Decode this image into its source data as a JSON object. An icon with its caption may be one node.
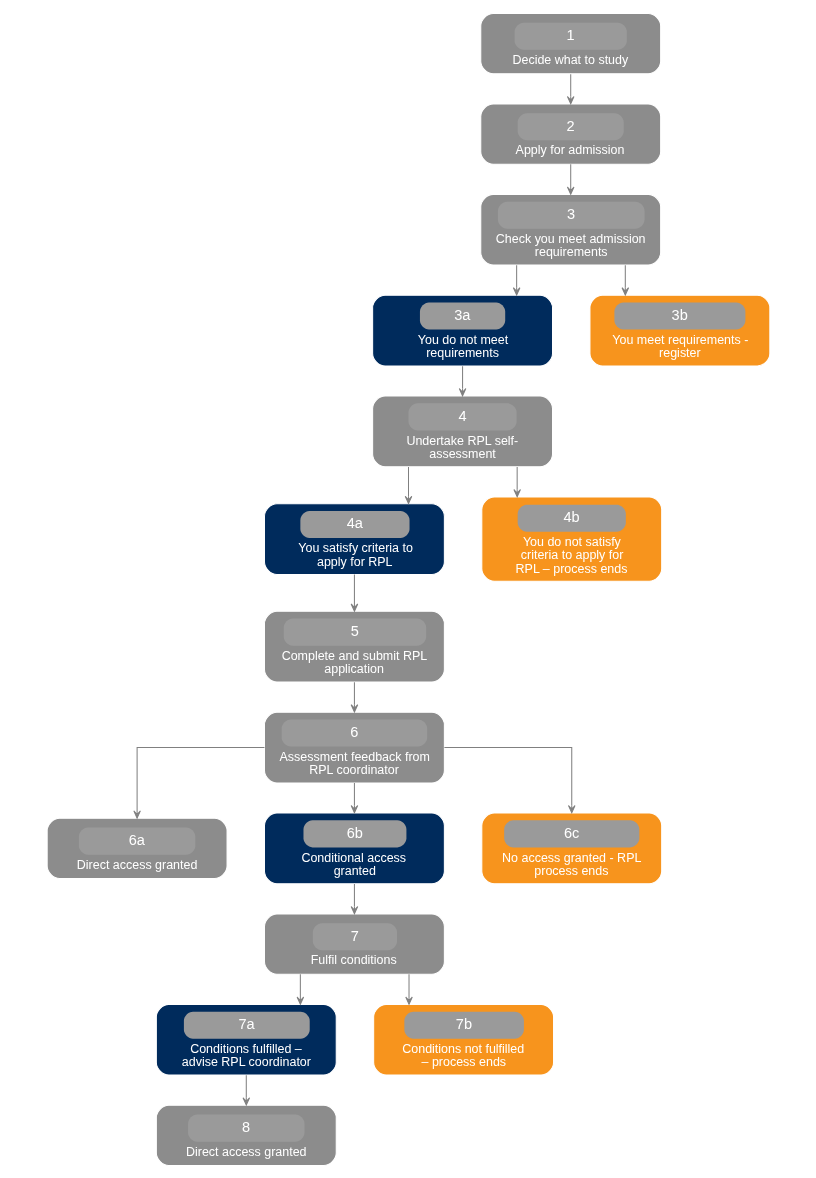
{
  "diagram": {
    "nodes": [
      {
        "text": [
          "1",
          "Decide what to study"
        ]
      },
      {
        "text": [
          "2",
          "Apply for admission"
        ]
      },
      {
        "text": [
          "3",
          "Check you meet admission requirements"
        ]
      },
      {
        "text": [
          "3a",
          "You do not meet requirements"
        ]
      },
      {
        "text": [
          "3b",
          "You meet requirements - register"
        ]
      },
      {
        "text": [
          "4",
          "Undertake RPL self-assessment"
        ]
      },
      {
        "text": [
          "4a",
          "You satisfy criteria to apply for RPL"
        ]
      },
      {
        "text": [
          "4b",
          "You do not satisfy criteria to apply for RPL – process ends"
        ]
      },
      {
        "text": [
          "5",
          "Complete and submit RPL application"
        ]
      },
      {
        "text": [
          "6",
          "Assessment feedback from RPL coordinator"
        ]
      },
      {
        "text": [
          "6a",
          "Direct access granted"
        ]
      },
      {
        "text": [
          "6b",
          "Conditional access granted"
        ]
      },
      {
        "text": [
          "6c",
          "No access granted - RPL process ends"
        ]
      },
      {
        "text": [
          "7",
          "Fulfil conditions"
        ]
      },
      {
        "text": [
          "7a",
          "Conditions fulfilled – advise RPL coordinator"
        ]
      },
      {
        "text": [
          "7b",
          "Conditions not fulfilled – process ends"
        ]
      },
      {
        "text": [
          "8",
          "Direct access granted"
        ]
      }
    ],
    "edges": [
      {
        "from": 0,
        "to": 1,
        "arrow": "to"
      },
      {
        "from": 1,
        "to": 2,
        "arrow": "to"
      },
      {
        "from": 2,
        "to": 3,
        "arrow": "to"
      },
      {
        "from": 2,
        "to": 4,
        "arrow": "to"
      },
      {
        "from": 3,
        "to": 5,
        "arrow": "to"
      },
      {
        "from": 5,
        "to": 6,
        "arrow": "to"
      },
      {
        "from": 5,
        "to": 7,
        "arrow": "to"
      },
      {
        "from": 6,
        "to": 8,
        "arrow": "to"
      },
      {
        "from": 8,
        "to": 9,
        "arrow": "to"
      },
      {
        "from": 9,
        "to": 10,
        "arrow": "to"
      },
      {
        "from": 9,
        "to": 11,
        "arrow": "to"
      },
      {
        "from": 9,
        "to": 12,
        "arrow": "to"
      },
      {
        "from": 11,
        "to": 13,
        "arrow": "to"
      },
      {
        "from": 13,
        "to": 14,
        "arrow": "to"
      },
      {
        "from": 13,
        "to": 15,
        "arrow": "to"
      },
      {
        "from": 14,
        "to": 16,
        "arrow": "to"
      }
    ]
  }
}
